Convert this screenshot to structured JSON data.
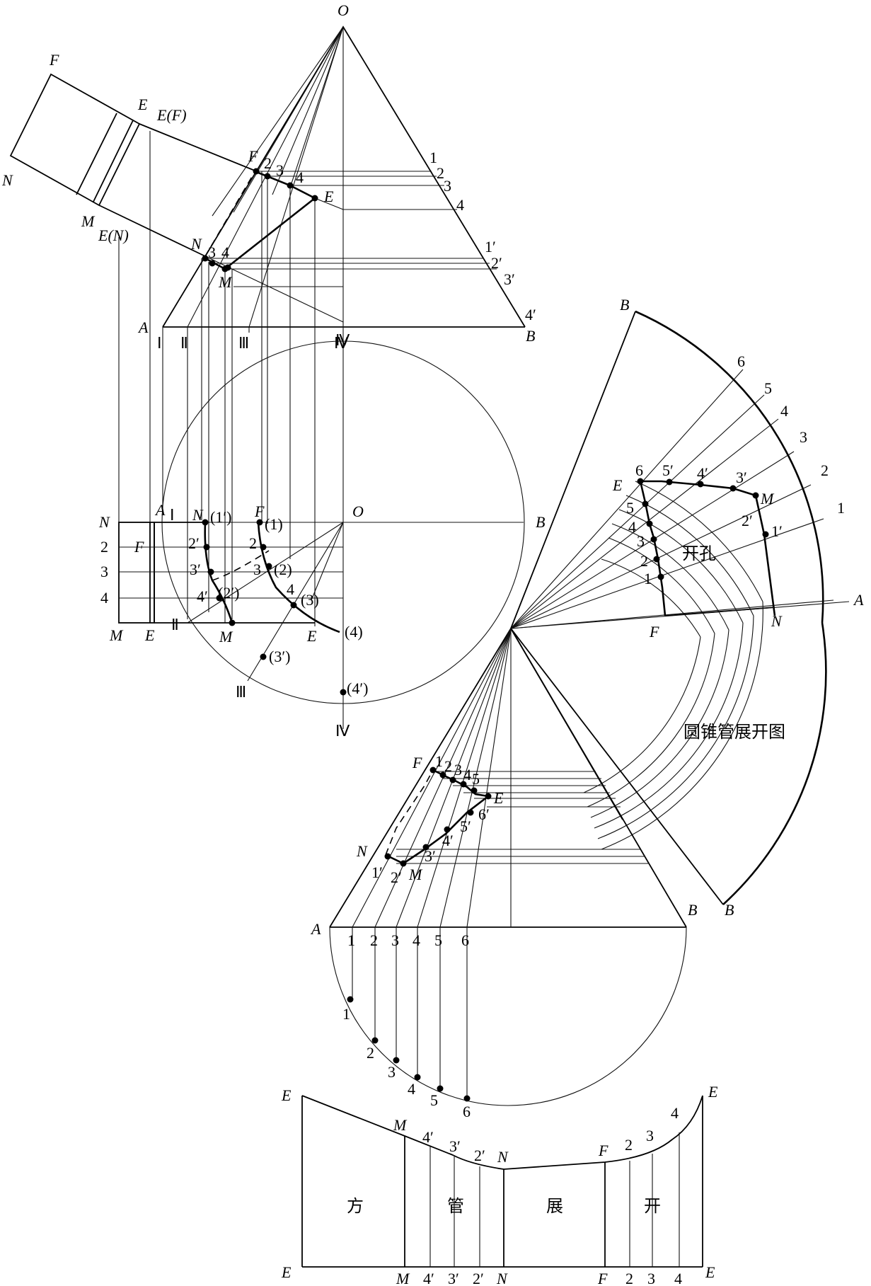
{
  "diagram": {
    "main_view": {
      "apex": "O",
      "base_left": "A",
      "base_right": "B",
      "cut_points": [
        "E(F)",
        "E(N)",
        "F",
        "E",
        "M",
        "N"
      ],
      "square_pipe_labels": [
        "F",
        "E",
        "N",
        "M"
      ],
      "right_numbers": [
        "1",
        "2",
        "3",
        "4",
        "1′",
        "2′",
        "3′",
        "4′"
      ],
      "left_numbers": [
        "2",
        "3",
        "4",
        "3",
        "4"
      ],
      "base_marks": [
        "Ⅰ",
        "Ⅱ",
        "Ⅲ",
        "Ⅳ"
      ]
    },
    "plan_view": {
      "row_labels": [
        "N",
        "2",
        "3",
        "4",
        "M"
      ],
      "inner_labels": [
        "F",
        "E",
        "A",
        "Ⅰ",
        "N",
        "F",
        "O",
        "B",
        "Ⅱ",
        "M",
        "E",
        "Ⅲ",
        "Ⅳ",
        "Ⅳ"
      ],
      "paren_labels": [
        "(1′)",
        "(1)",
        "(2)",
        "(3)",
        "(4)",
        "(2′)",
        "(3′)",
        "(4′)"
      ],
      "points": [
        "2′",
        "3′",
        "4′",
        "2",
        "3",
        "4"
      ]
    },
    "fan": {
      "labels": [
        "B",
        "A",
        "E",
        "M",
        "F",
        "N"
      ],
      "arc_numbers": [
        "6",
        "5",
        "4",
        "3",
        "2",
        "1"
      ],
      "hole_numbers": [
        "6",
        "5′",
        "4′",
        "3′",
        "2′",
        "1′",
        "5",
        "4",
        "3",
        "2",
        "1"
      ],
      "hole_title": "开孔",
      "title": "圆锥管展开图"
    },
    "lower_cone": {
      "labels": [
        "F",
        "E",
        "N",
        "M",
        "A",
        "B",
        "B"
      ],
      "top_numbers": [
        "1",
        "2",
        "3",
        "4",
        "5"
      ],
      "side_numbers": [
        "6′",
        "5′",
        "4′",
        "3′",
        "2′",
        "1′"
      ],
      "base_numbers": [
        "1",
        "2",
        "3",
        "4",
        "5",
        "6"
      ],
      "semicircle_numbers": [
        "1",
        "2",
        "3",
        "4",
        "5",
        "6"
      ]
    },
    "square_development": {
      "top_labels": [
        "E",
        "M",
        "4′",
        "3′",
        "2′",
        "N",
        "F",
        "2",
        "3",
        "4",
        "E"
      ],
      "bottom_labels": [
        "E",
        "M",
        "4′",
        "3′",
        "2′",
        "N",
        "F",
        "2",
        "3",
        "4",
        "E"
      ],
      "chars": [
        "方",
        "管",
        "展",
        "开"
      ]
    }
  }
}
